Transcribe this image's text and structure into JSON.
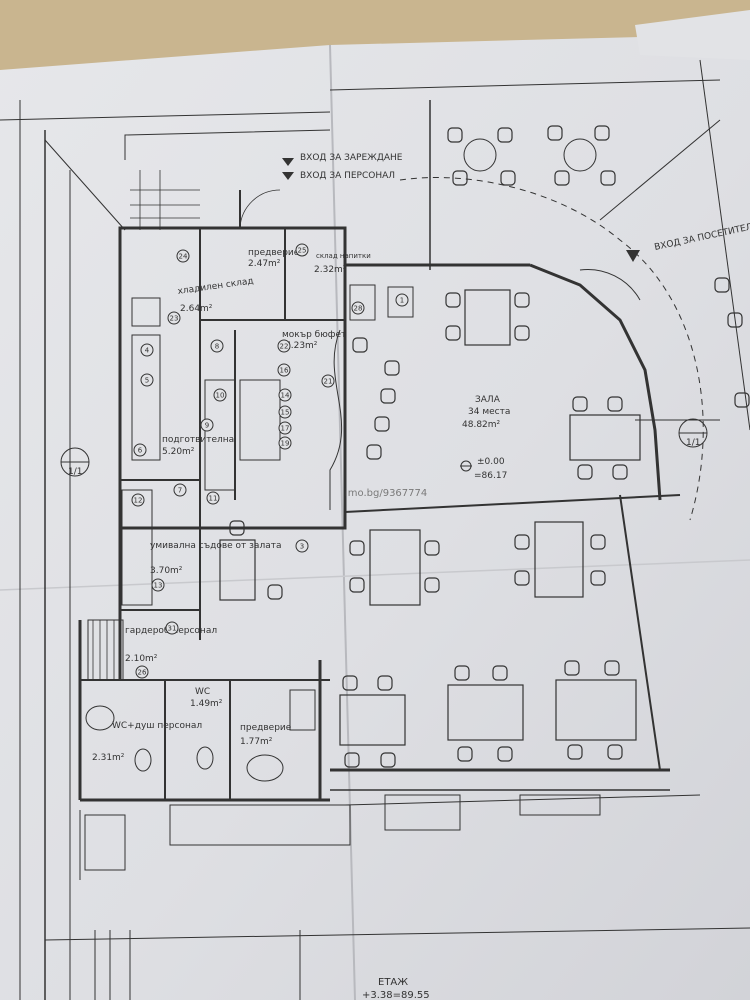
{
  "entrances": {
    "delivery": "ВХОД ЗА ЗАРЕЖДАНЕ",
    "staff": "ВХОД ЗА ПЕРСОНАЛ",
    "visitors": "ВХОД ЗА ПОСЕТИТЕЛИ"
  },
  "rooms": {
    "vestibule": {
      "name": "предверие",
      "area": "2.47m²"
    },
    "drinks_store": {
      "name": "склад напитки",
      "area": "2.32m²"
    },
    "cold_store": {
      "name": "хладилен склад",
      "area": "2.64m²"
    },
    "wet_buffet": {
      "name": "мокър бюфет",
      "area": "7.23m²"
    },
    "prep": {
      "name": "подготвителна",
      "area": "5.20m²"
    },
    "hall": {
      "name": "ЗАЛА",
      "seats": "34 места",
      "area": "48.82m²"
    },
    "washing": {
      "name": "умивална съдове от залата",
      "area": "3.70m²"
    },
    "wardrobe": {
      "name": "гардероб персонал",
      "area": "2.10m²"
    },
    "wc_staff": {
      "name": "WC+душ персонал",
      "area": "2.31m²"
    },
    "wc": {
      "name": "WC",
      "area": "1.49m²"
    },
    "vestibule2": {
      "name": "предверие",
      "area": "1.77m²"
    }
  },
  "level": {
    "zero": "±0.00",
    "abs": "=86.17"
  },
  "floor": {
    "name": "ЕТАЖ",
    "level": "+3.38=89.55"
  },
  "section_mark": "1/1",
  "watermark": "imo.bg/9367774",
  "markers": [
    "1",
    "3",
    "4",
    "5",
    "6",
    "7",
    "8",
    "9",
    "10",
    "11",
    "12",
    "13",
    "14",
    "15",
    "16",
    "17",
    "19",
    "21",
    "22",
    "23",
    "24",
    "25",
    "26",
    "28",
    "31"
  ]
}
